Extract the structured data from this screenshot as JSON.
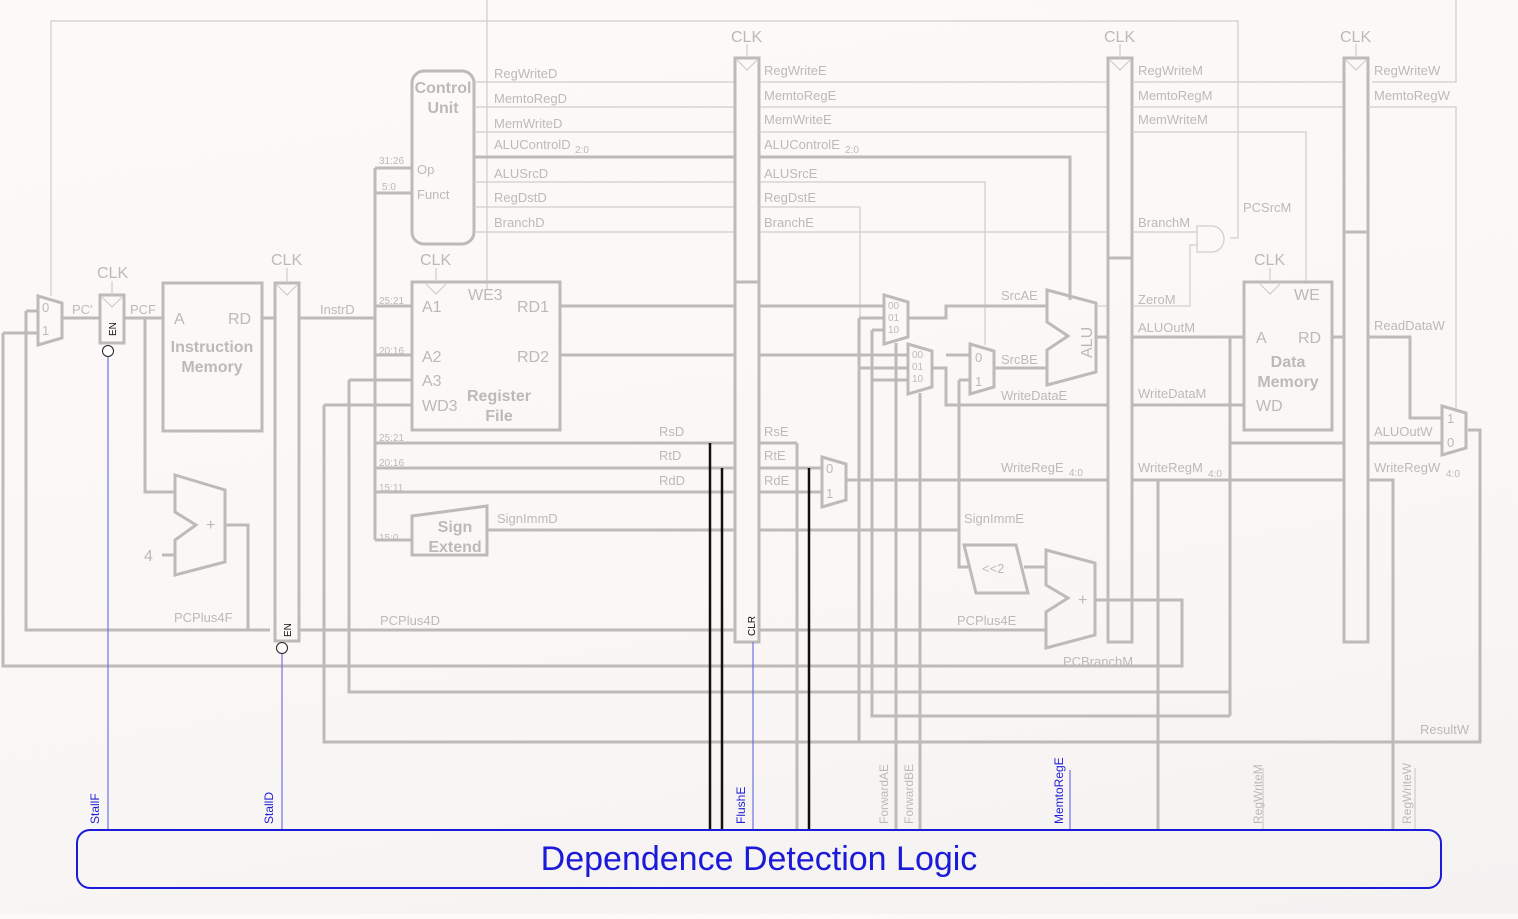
{
  "diagram": {
    "title": "Pipelined MIPS Processor with Dependence Detection Logic",
    "clock_label": "CLK",
    "fetch": {
      "pc_mux": {
        "in0": "0",
        "in1": "1"
      },
      "pc_prime": "PC'",
      "pcf": "PCF",
      "en": "EN",
      "instr_mem": {
        "a": "A",
        "rd": "RD",
        "name_line1": "Instruction",
        "name_line2": "Memory"
      },
      "adder": {
        "const": "4",
        "op": "+"
      },
      "pcplus4f": "PCPlus4F"
    },
    "decode": {
      "en": "EN",
      "instrd": "InstrD",
      "pcplus4d": "PCPlus4D",
      "control_unit": {
        "line1": "Control",
        "line2": "Unit",
        "op": "Op",
        "funct": "Funct",
        "op_bits": "31:26",
        "funct_bits": "5:0"
      },
      "control_signals": [
        "RegWriteD",
        "MemtoRegD",
        "MemWriteD",
        "ALUControlD",
        "ALUSrcD",
        "RegDstD",
        "BranchD"
      ],
      "alucontrol_sub": "2:0",
      "register_file": {
        "a1": "A1",
        "a2": "A2",
        "a3": "A3",
        "wd3": "WD3",
        "we3": "WE3",
        "rd1": "RD1",
        "rd2": "RD2",
        "line1": "Register",
        "line2": "File",
        "a1_bits": "25:21",
        "a2_bits": "20:16"
      },
      "fields": [
        {
          "bits": "25:21",
          "name": "RsD"
        },
        {
          "bits": "20:16",
          "name": "RtD"
        },
        {
          "bits": "15:11",
          "name": "RdD"
        }
      ],
      "sign_extend": {
        "line1": "Sign",
        "line2": "Extend",
        "bits": "15:0",
        "out": "SignImmD"
      }
    },
    "execute": {
      "clr": "CLR",
      "control_signals": [
        "RegWriteE",
        "MemtoRegE",
        "MemWriteE",
        "ALUControlE",
        "ALUSrcE",
        "RegDstE",
        "BranchE"
      ],
      "alucontrol_sub": "2:0",
      "regs": [
        "RsE",
        "RtE",
        "RdE"
      ],
      "fwd_mux_inputs": [
        "00",
        "01",
        "10"
      ],
      "regdst_mux": {
        "in0": "0",
        "in1": "1"
      },
      "srcb_mux": {
        "in0": "0",
        "in1": "1"
      },
      "srcae": "SrcAE",
      "srcbe": "SrcBE",
      "writedatae": "WriteDataE",
      "alu": "ALU",
      "writerege": "WriteRegE",
      "writerege_sub": "4:0",
      "signimme": "SignImmE",
      "shift": "<<2",
      "pcplus4e": "PCPlus4E",
      "branch_adder": "+"
    },
    "memory": {
      "control_signals": [
        "RegWriteM",
        "MemtoRegM",
        "MemWriteM",
        "BranchM"
      ],
      "pcsrcm": "PCSrcM",
      "zerom": "ZeroM",
      "aluoutm": "ALUOutM",
      "writedatam": "WriteDataM",
      "writeregm": "WriteRegM",
      "writeregm_sub": "4:0",
      "pcbranchm": "PCBranchM",
      "data_memory": {
        "we": "WE",
        "a": "A",
        "rd": "RD",
        "wd": "WD",
        "line1": "Data",
        "line2": "Memory"
      }
    },
    "writeback": {
      "control_signals": [
        "RegWriteW",
        "MemtoRegW"
      ],
      "readdataw": "ReadDataW",
      "aluoutw": "ALUOutW",
      "writeregw": "WriteRegW",
      "writeregw_sub": "4:0",
      "resultw": "ResultW",
      "mux": {
        "in1": "1",
        "in0": "0"
      }
    },
    "hazard": {
      "title": "Dependence Detection Logic",
      "signals_blue": [
        "StallF",
        "StallD",
        "FlushE",
        "MemtoRegE"
      ],
      "signals_gray": [
        "ForwardAE",
        "ForwardBE",
        "RegWriteM",
        "RegWriteW"
      ],
      "colors": {
        "blue": "#1a1ad8",
        "wire": "#bdbab7",
        "highlight": "#111111"
      }
    }
  }
}
